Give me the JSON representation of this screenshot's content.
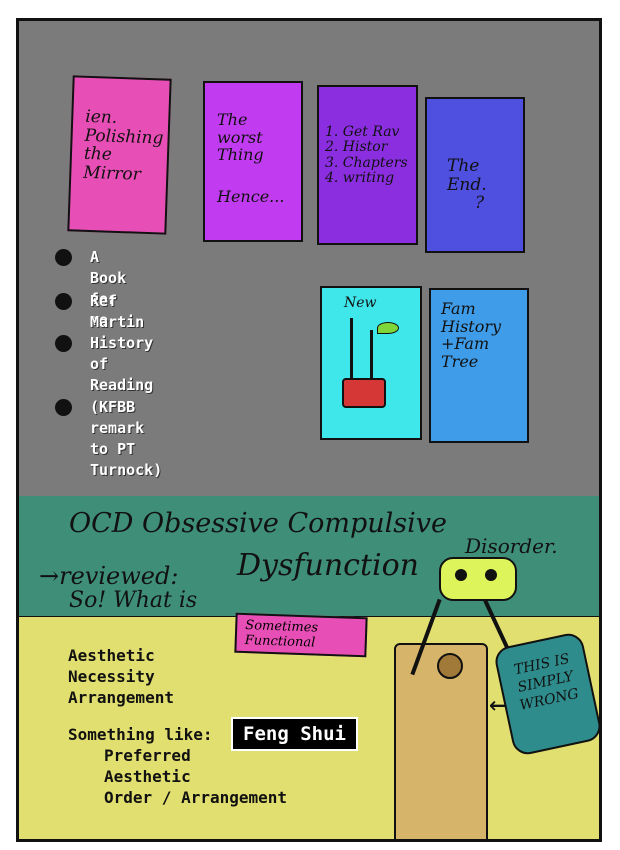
{
  "cards": [
    {
      "lines": [
        "ien.",
        "Polishing",
        "the",
        "Mirror"
      ]
    },
    {
      "lines": [
        "The worst",
        "Thing",
        "",
        "Hence..."
      ]
    },
    {
      "lines": [
        "1. Get Rav",
        "2. Histor",
        "3. Chapters",
        "4. writing"
      ]
    },
    {
      "lines": [
        "The End.",
        "?"
      ]
    },
    {
      "lines": [
        "New"
      ]
    },
    {
      "lines": [
        "Fam",
        "History",
        "+Fam",
        "Tree"
      ]
    }
  ],
  "bullets": [
    {
      "label": "A Book for me"
    },
    {
      "label": "Ref Martin"
    },
    {
      "label": "History of\nReading"
    },
    {
      "label": "(KFBB remark\nto PT Turnock)"
    }
  ],
  "middle": {
    "line1": "OCD Obsessive Compulsive",
    "line2": "Disorder.",
    "line3": "reviewed:",
    "line4": "Dysfunction",
    "line5": "So! What is"
  },
  "bottom": {
    "sometimes": "Sometimes Functional",
    "list1": [
      "Aesthetic",
      "Necessity",
      "Arrangement"
    ],
    "something_like": "Something like:",
    "list2": [
      "Preferred",
      "Aesthetic",
      "Order / Arrangement"
    ],
    "feng_shui": "Feng Shui",
    "sign": "THIS IS SIMPLY WRONG"
  }
}
